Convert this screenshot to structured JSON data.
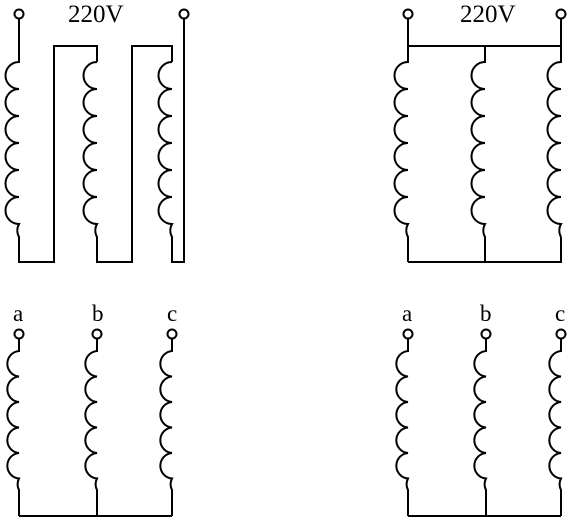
{
  "left_primary": {
    "voltage_label": "220V"
  },
  "right_primary": {
    "voltage_label": "220V"
  },
  "left_secondary": {
    "terminals": [
      "a",
      "b",
      "c"
    ]
  },
  "right_secondary": {
    "terminals": [
      "a",
      "b",
      "c"
    ]
  },
  "colors": {
    "stroke": "#000000",
    "background": "#ffffff"
  }
}
